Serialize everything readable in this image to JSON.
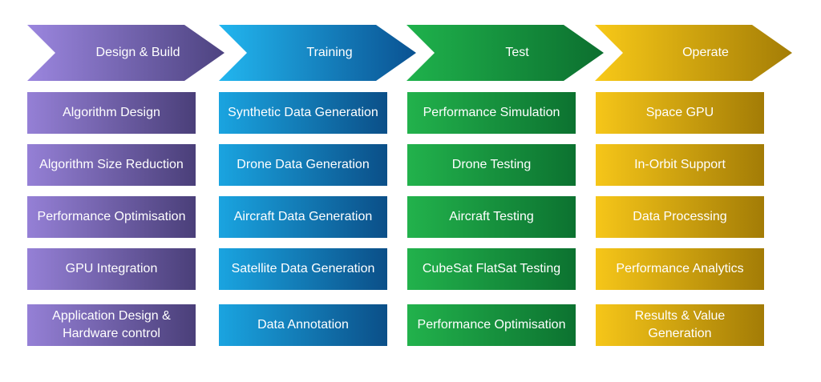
{
  "stages": [
    {
      "label": "Design & Build",
      "items": [
        "Algorithm Design",
        "Algorithm Size Reduction",
        "Performance Optimisation",
        "GPU Integration",
        "Application Design & Hardware control"
      ]
    },
    {
      "label": "Training",
      "items": [
        "Synthetic Data Generation",
        "Drone Data Generation",
        "Aircraft Data Generation",
        "Satellite Data Generation",
        "Data Annotation"
      ]
    },
    {
      "label": "Test",
      "items": [
        "Performance Simulation",
        "Drone Testing",
        "Aircraft Testing",
        "CubeSat FlatSat Testing",
        "Performance Optimisation"
      ]
    },
    {
      "label": "Operate",
      "items": [
        "Space GPU",
        "In-Orbit Support",
        "Data Processing",
        "Performance Analytics",
        "Results & Value Generation"
      ]
    }
  ],
  "colors": {
    "design_build": "#7a68b8",
    "training": "#1380c4",
    "test": "#179a3f",
    "operate": "#d8aa0f"
  }
}
